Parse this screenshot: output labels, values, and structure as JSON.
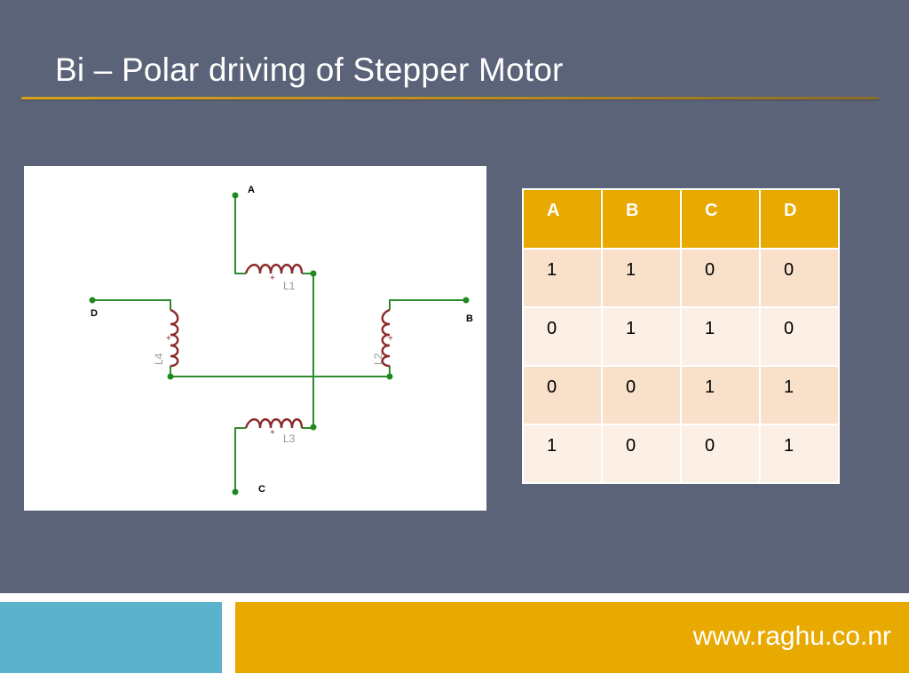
{
  "slide": {
    "title": "Bi – Polar driving of Stepper Motor",
    "footer_url": "www.raghu.co.nr"
  },
  "diagram": {
    "terminals": [
      "A",
      "B",
      "C",
      "D"
    ],
    "coils": [
      "L1",
      "L2",
      "L3",
      "L4"
    ]
  },
  "table": {
    "headers": [
      "A",
      "B",
      "C",
      "D"
    ],
    "rows": [
      [
        "1",
        "1",
        "0",
        "0"
      ],
      [
        "0",
        "1",
        "1",
        "0"
      ],
      [
        "0",
        "0",
        "1",
        "1"
      ],
      [
        "1",
        "0",
        "0",
        "1"
      ]
    ]
  },
  "colors": {
    "background": "#5b6378",
    "accent_gold": "#e8a900",
    "accent_blue": "#5ab2cb",
    "wire_green": "#2e8b2e",
    "coil_red": "#8b2a2a"
  }
}
